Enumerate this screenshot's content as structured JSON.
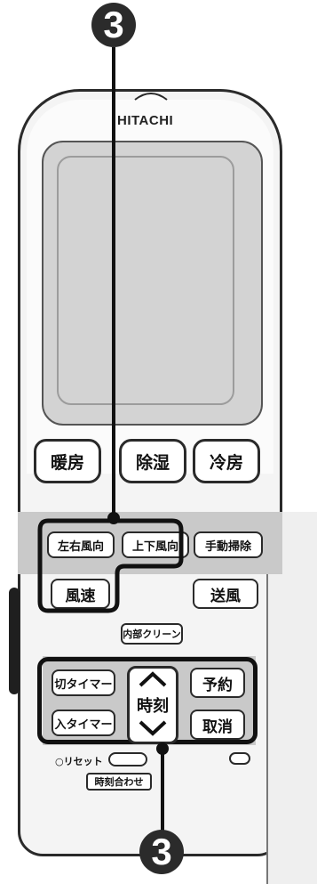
{
  "callout_top": "3",
  "callout_bottom": "3",
  "brand": "HITACHI",
  "mode_buttons": {
    "heating": "暖房",
    "dehumidify": "除湿",
    "cooling": "冷房"
  },
  "airflow_buttons": {
    "horizontal_direction": "左右風向",
    "vertical_direction": "上下風向",
    "manual_clean": "手動掃除",
    "fan_speed": "風速",
    "fan_mode": "送風",
    "internal_clean": "内部クリーン"
  },
  "timer_buttons": {
    "off_timer": "切タイマー",
    "on_timer": "入タイマー",
    "clock": "時刻",
    "reserve": "予約",
    "cancel": "取消"
  },
  "reset_label": "○リセット",
  "time_set_label": "時刻合わせ"
}
